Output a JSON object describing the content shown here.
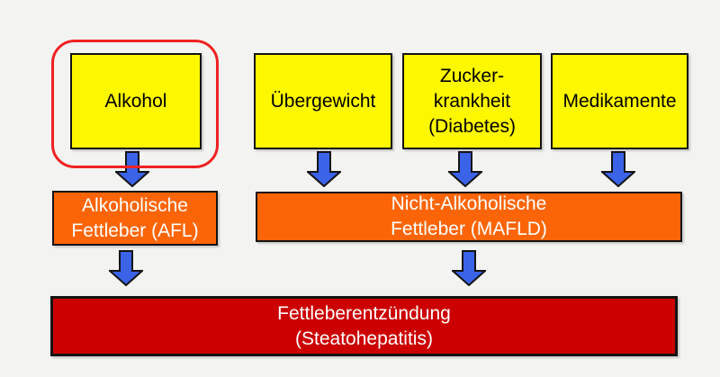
{
  "diagram": {
    "background": "#f3f3f1",
    "colors": {
      "cause_box": "#fdf700",
      "intermediate_box": "#fb6508",
      "outcome_box": "#cc0000",
      "arrow": "#3b63e8",
      "highlight_ring": "#ee2222",
      "box_border": "#141414"
    },
    "causes": [
      {
        "label": "Alkohol",
        "highlighted": true
      },
      {
        "label": "Übergewicht",
        "highlighted": false
      },
      {
        "label": "Zucker-\nkrankheit\n(Diabetes)",
        "highlighted": false
      },
      {
        "label": "Medikamente",
        "highlighted": false
      }
    ],
    "intermediates": [
      {
        "label": "Alkoholische\nFettleber (AFL)"
      },
      {
        "label": "Nicht-Alkoholische\nFettleber (MAFLD)"
      }
    ],
    "outcome": {
      "label": "Fettleberentzündung\n(Steatohepatitis)"
    }
  }
}
